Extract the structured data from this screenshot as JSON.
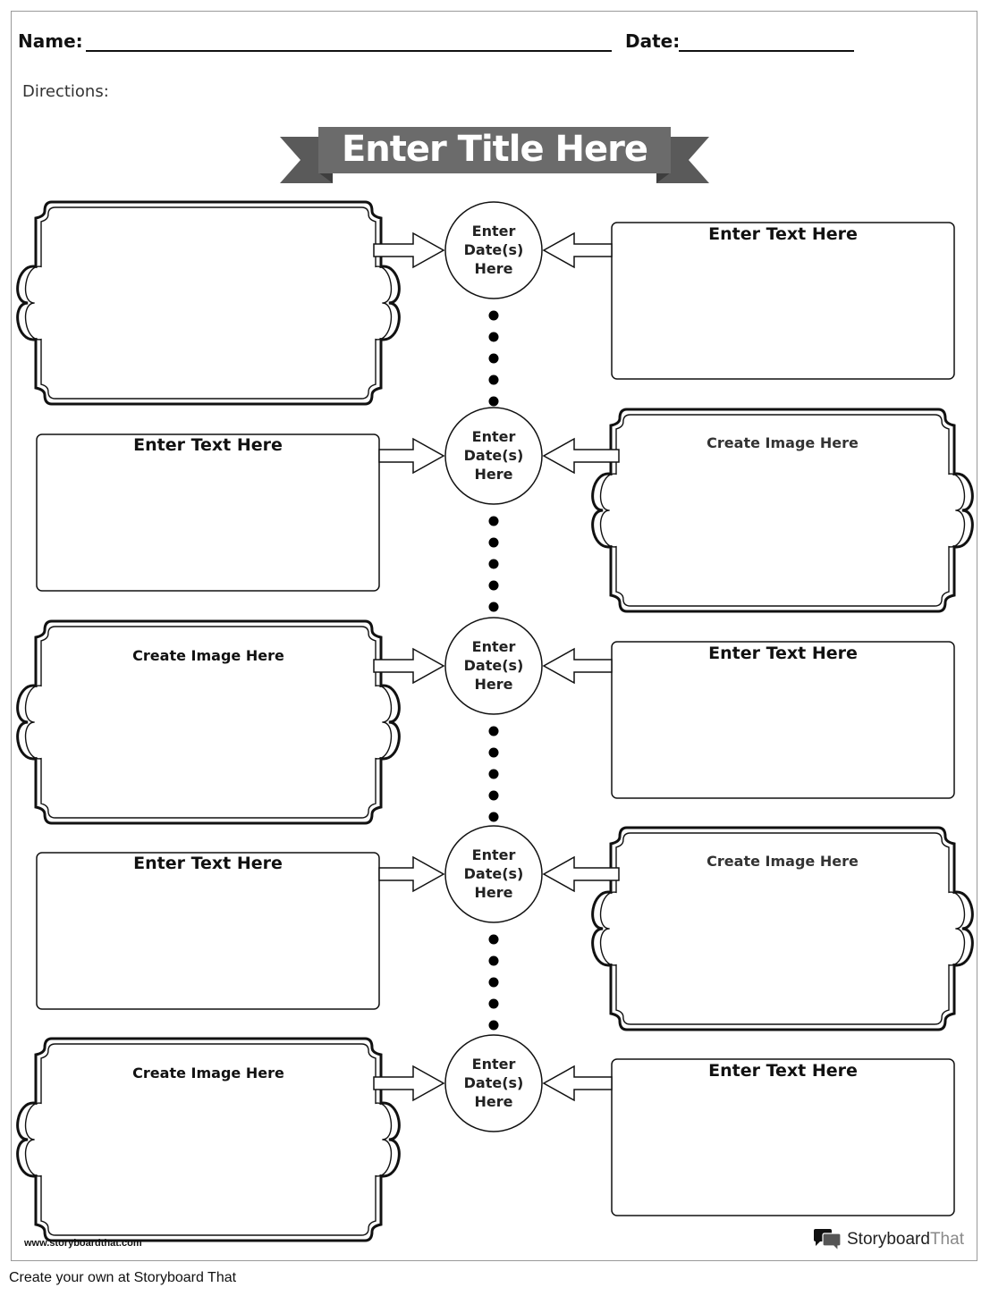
{
  "header": {
    "name_label": "Name:",
    "date_label": "Date:",
    "directions_label": "Directions:"
  },
  "title_banner": {
    "text": "Enter Title Here",
    "color": "#6b6b6b"
  },
  "timeline": {
    "rows": [
      {
        "left": {
          "kind": "image",
          "label": ""
        },
        "date": [
          "Enter",
          "Date(s)",
          "Here"
        ],
        "right": {
          "kind": "text",
          "label": "Enter Text Here"
        }
      },
      {
        "left": {
          "kind": "text",
          "label": "Enter Text Here"
        },
        "date": [
          "Enter",
          "Date(s)",
          "Here"
        ],
        "right": {
          "kind": "image",
          "label": "Create Image Here"
        }
      },
      {
        "left": {
          "kind": "image",
          "label": "Create Image Here"
        },
        "date": [
          "Enter",
          "Date(s)",
          "Here"
        ],
        "right": {
          "kind": "text",
          "label": "Enter Text Here"
        }
      },
      {
        "left": {
          "kind": "text",
          "label": "Enter Text Here"
        },
        "date": [
          "Enter",
          "Date(s)",
          "Here"
        ],
        "right": {
          "kind": "image",
          "label": "Create Image Here"
        }
      },
      {
        "left": {
          "kind": "image",
          "label": "Create Image Here"
        },
        "date": [
          "Enter",
          "Date(s)",
          "Here"
        ],
        "right": {
          "kind": "text",
          "label": "Enter Text Here"
        }
      }
    ]
  },
  "footer": {
    "url": "www.storyboardthat.com",
    "brand_part1": "Storyboard",
    "brand_part2": "That",
    "brand_icon": "speech-bubbles-icon"
  },
  "caption": "Create your own at Storyboard That"
}
